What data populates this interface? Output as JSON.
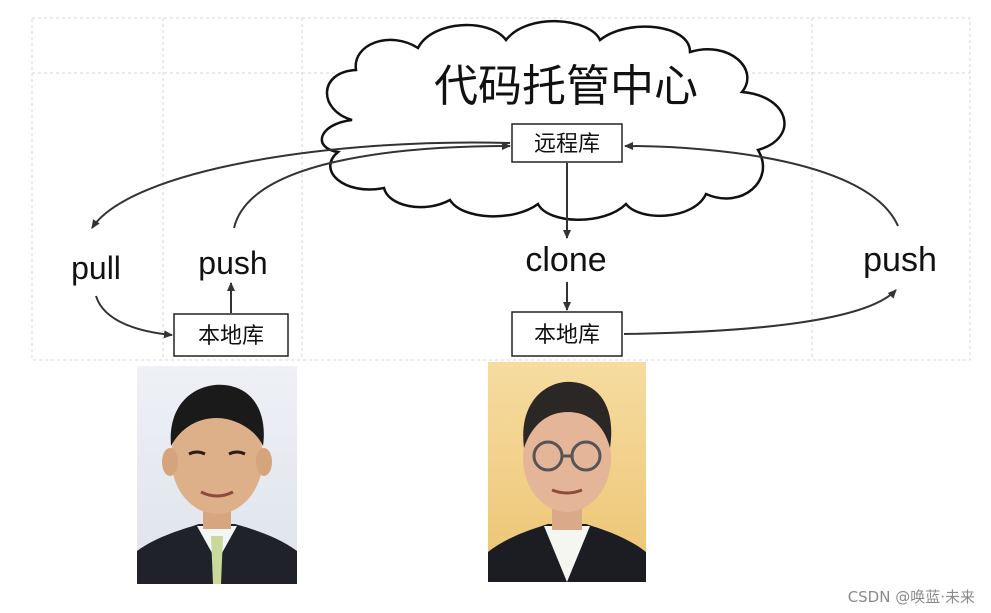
{
  "diagram": {
    "cloud_title": "代码托管中心",
    "remote_repo": "远程库",
    "left_local_repo": "本地库",
    "right_local_repo": "本地库",
    "pull_label": "pull",
    "left_push_label": "push",
    "clone_label": "clone",
    "right_push_label": "push"
  },
  "photos": [
    {
      "subject": "man-dark-suit",
      "background_color": "#e6e9ef"
    },
    {
      "subject": "man-glasses-dark-suit",
      "background_color": "#f0cf88"
    }
  ],
  "watermark": "CSDN @唤蓝·未来"
}
